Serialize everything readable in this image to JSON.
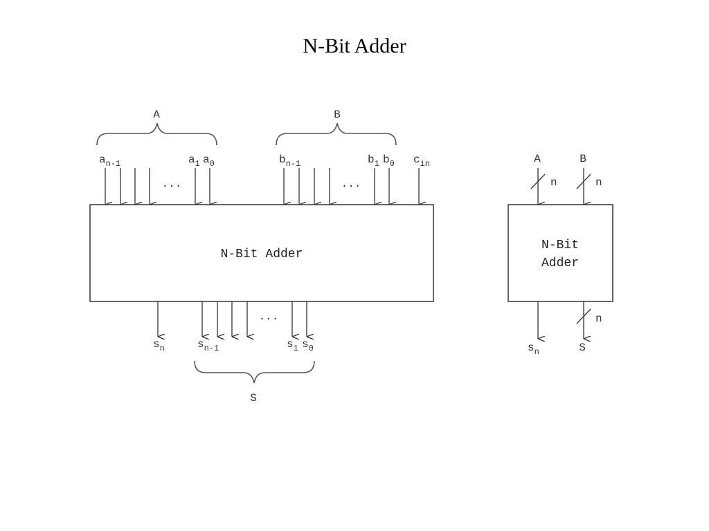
{
  "title": "N-Bit Adder",
  "main": {
    "brace_a": "A",
    "brace_b": "B",
    "box_label": "N-Bit Adder",
    "brace_s": "S",
    "ellipsis": "...",
    "inputs": {
      "a_hi": {
        "base": "a",
        "sub": "n-1"
      },
      "a1": {
        "base": "a",
        "sub": "1"
      },
      "a0": {
        "base": "a",
        "sub": "0"
      },
      "b_hi": {
        "base": "b",
        "sub": "n-1"
      },
      "b1": {
        "base": "b",
        "sub": "1"
      },
      "b0": {
        "base": "b",
        "sub": "0"
      },
      "cin": {
        "base": "c",
        "sub": "in"
      }
    },
    "outputs": {
      "sn": {
        "base": "s",
        "sub": "n"
      },
      "s_hi": {
        "base": "s",
        "sub": "n-1"
      },
      "s1": {
        "base": "s",
        "sub": "1"
      },
      "s0": {
        "base": "s",
        "sub": "0"
      }
    }
  },
  "compact": {
    "box_line1": "N-Bit",
    "box_line2": "Adder",
    "in_a": "A",
    "in_b": "B",
    "width_a": "n",
    "width_b": "n",
    "width_s": "n",
    "out_sn": {
      "base": "s",
      "sub": "n"
    },
    "out_s": "S"
  }
}
